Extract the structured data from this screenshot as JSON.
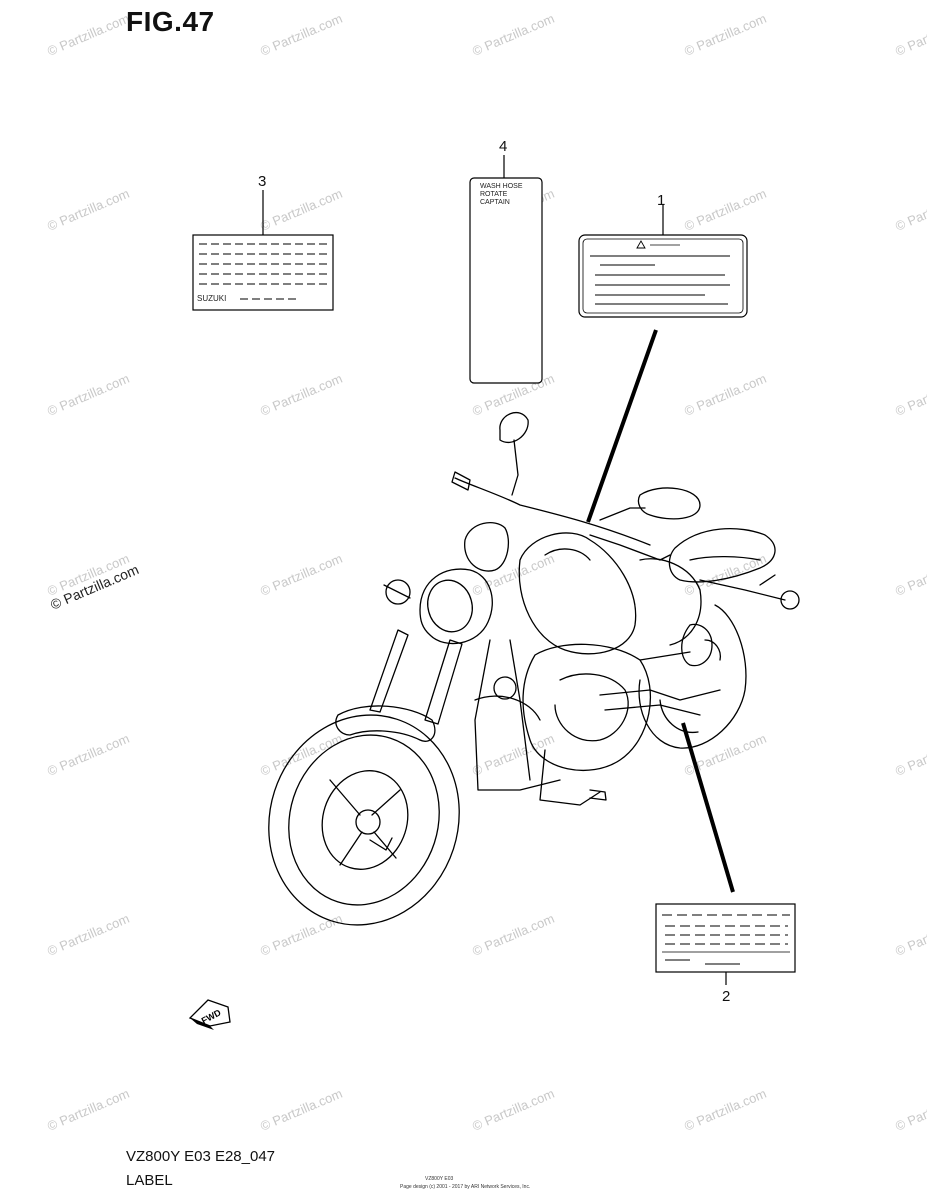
{
  "figure_title": "FIG.47",
  "callouts": [
    "1",
    "2",
    "3",
    "4"
  ],
  "label4_text": [
    "WASH HOSE",
    "ROTATE",
    "CAPTAIN"
  ],
  "label3_text": "SUZUKI",
  "fwd_text": "FWD",
  "footer": {
    "model_code": "VZ800Y E03 E28_047",
    "section": "LABEL",
    "small_code": "VZ800Y E03",
    "small_credit": "Page design (c) 2001 - 2017 by ARI Network Services, Inc."
  },
  "watermark": "© Partzilla.com"
}
